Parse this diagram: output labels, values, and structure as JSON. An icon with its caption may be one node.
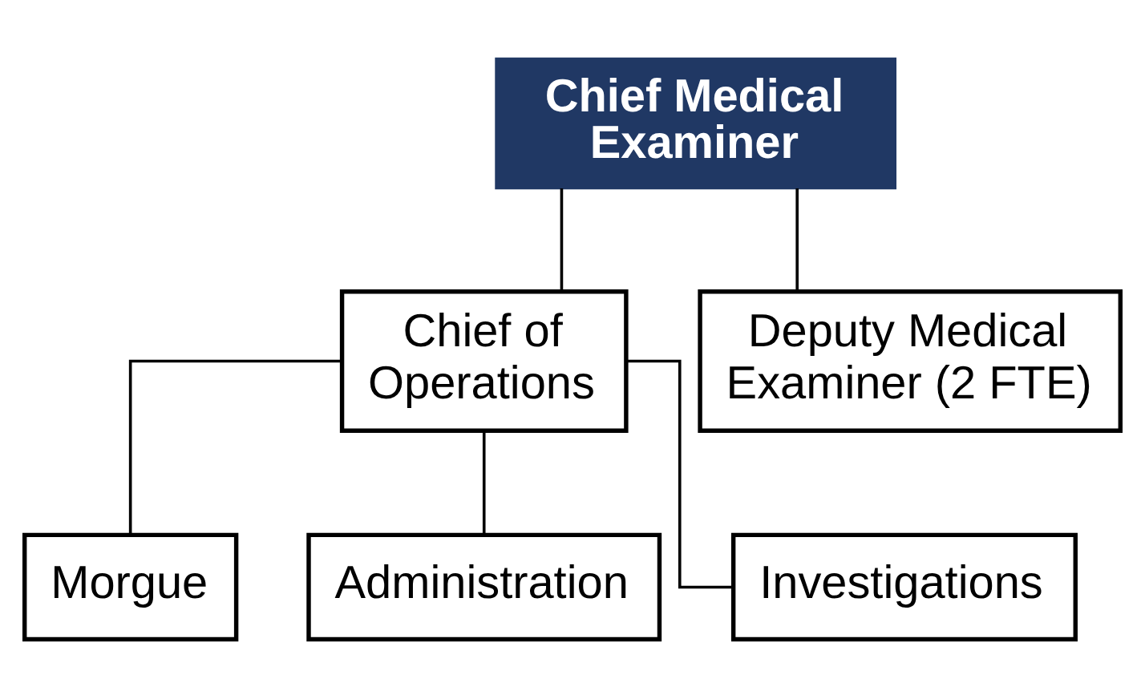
{
  "diagram": {
    "nodes": [
      {
        "text": [
          "Chief Medical Examiner"
        ]
      },
      {
        "text": [
          "Chief of Operations"
        ]
      },
      {
        "text": [
          "Deputy Medical Examiner (2 FTE)"
        ]
      },
      {
        "text": [
          "Morgue"
        ]
      },
      {
        "text": [
          "Administration"
        ]
      },
      {
        "text": [
          "Investigations"
        ]
      }
    ],
    "edges": [
      {
        "from": 0,
        "to": 1,
        "arrow": "none"
      },
      {
        "from": 0,
        "to": 2,
        "arrow": "none"
      },
      {
        "from": 1,
        "to": 3,
        "arrow": "none"
      },
      {
        "from": 1,
        "to": 4,
        "arrow": "none"
      },
      {
        "from": 1,
        "to": 5,
        "arrow": "none"
      }
    ]
  }
}
